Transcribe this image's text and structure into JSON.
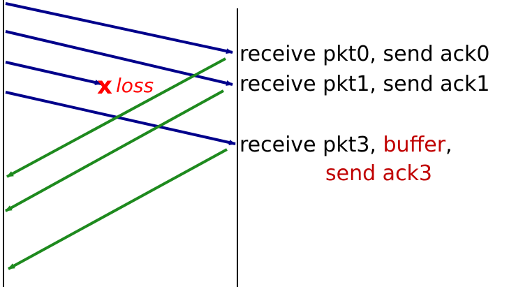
{
  "colors": {
    "data_arrow": "#00008b",
    "ack_arrow": "#1e8a1e",
    "timeline": "#000000",
    "highlight": "#c00000",
    "loss": "#ff0000"
  },
  "events": [
    {
      "prefix": "receive pkt0, send ack0"
    },
    {
      "prefix": "receive pkt1, send ack1"
    },
    {
      "prefix": "receive pkt3, ",
      "highlight": "buffer",
      "suffix": ","
    },
    {
      "highlight": "send ack3"
    }
  ],
  "loss": {
    "marker": "x",
    "label": "loss"
  }
}
